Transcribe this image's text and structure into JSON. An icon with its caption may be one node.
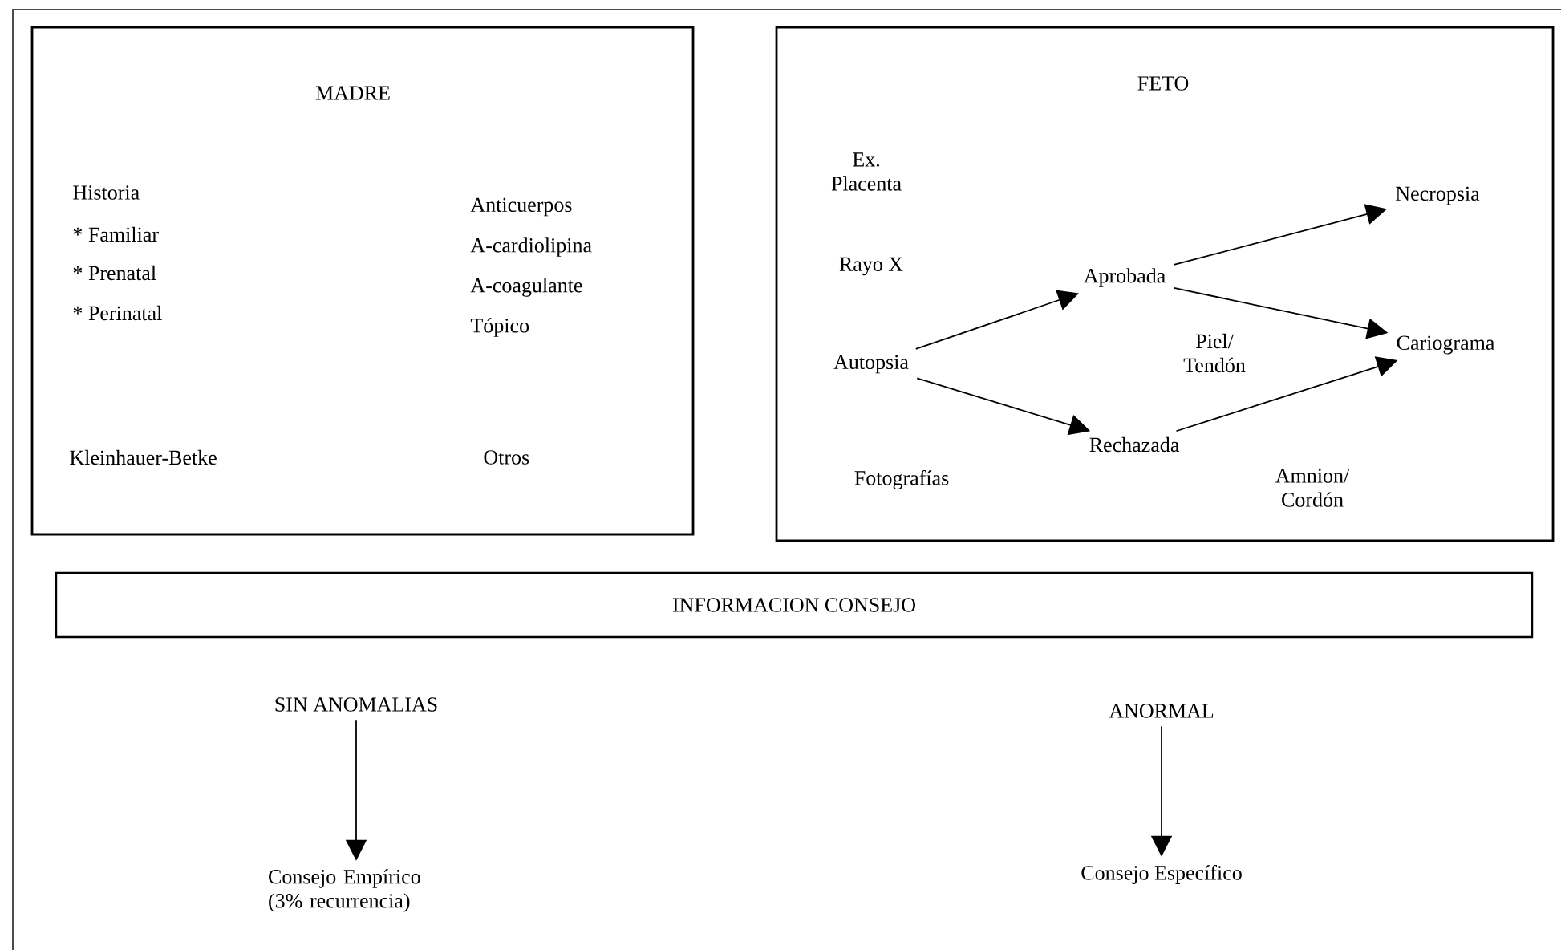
{
  "diagram": {
    "nodes": [
      {
        "text": [
          "MADRE",
          "Historia",
          "* Familiar",
          "* Prenatal",
          "* Perinatal",
          "Anticuerpos",
          "A-cardiolipina",
          "A-coagulante",
          "Tópico",
          "Kleinhauer-Betke",
          "Otros"
        ]
      },
      {
        "text": [
          "FETO",
          "Ex. Placenta",
          "Rayo X",
          "Fotografías"
        ]
      },
      {
        "text": [
          "Autopsia"
        ],
        "in": 1
      },
      {
        "text": [
          "Aprobada"
        ],
        "in": 1
      },
      {
        "text": [
          "Rechazada"
        ],
        "in": 1
      },
      {
        "text": [
          "Necropsia"
        ],
        "in": 1
      },
      {
        "text": [
          "Cariograma"
        ],
        "in": 1
      },
      {
        "text": [
          "INFORMACION CONSEJO"
        ]
      },
      {
        "text": [
          "SIN ANOMALIAS"
        ]
      },
      {
        "text": [
          "Consejo Empírico (3% recurrencia)"
        ]
      },
      {
        "text": [
          "ANORMAL"
        ]
      },
      {
        "text": [
          "Consejo Específico"
        ]
      }
    ],
    "edges": [
      {
        "from": 2,
        "to": 3,
        "arrow": "to"
      },
      {
        "from": 2,
        "to": 4,
        "arrow": "to"
      },
      {
        "from": 3,
        "to": 5,
        "arrow": "to"
      },
      {
        "from": 3,
        "to": 6,
        "arrow": "to",
        "label": "Piel/ Tendón"
      },
      {
        "from": 4,
        "to": 6,
        "arrow": "to",
        "label": "Amnion/ Cordón"
      },
      {
        "from": 8,
        "to": 9,
        "arrow": "to"
      },
      {
        "from": 10,
        "to": 11,
        "arrow": "to"
      }
    ]
  }
}
